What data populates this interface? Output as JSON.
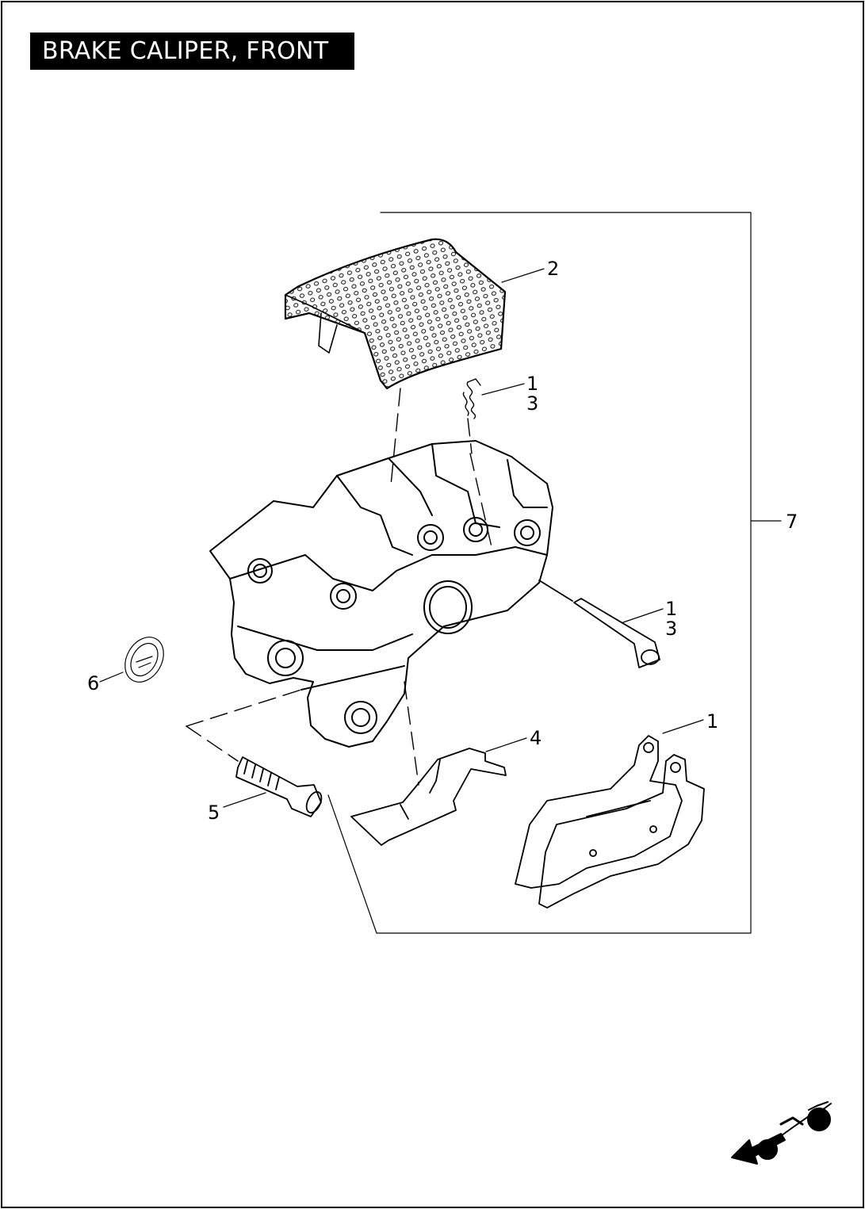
{
  "title": "BRAKE CALIPER, FRONT",
  "callouts": [
    {
      "id": "c2",
      "text": "2"
    },
    {
      "id": "c1a",
      "text": "1"
    },
    {
      "id": "c3a",
      "text": "3"
    },
    {
      "id": "c7",
      "text": "7"
    },
    {
      "id": "c1b",
      "text": "1"
    },
    {
      "id": "c3b",
      "text": "3"
    },
    {
      "id": "c6",
      "text": "6"
    },
    {
      "id": "c1c",
      "text": "1"
    },
    {
      "id": "c4",
      "text": "4"
    },
    {
      "id": "c5",
      "text": "5"
    }
  ],
  "icons": {
    "orientation": "motorcycle-front-arrow-icon"
  },
  "colors": {
    "line": "#000000",
    "background": "#ffffff"
  }
}
